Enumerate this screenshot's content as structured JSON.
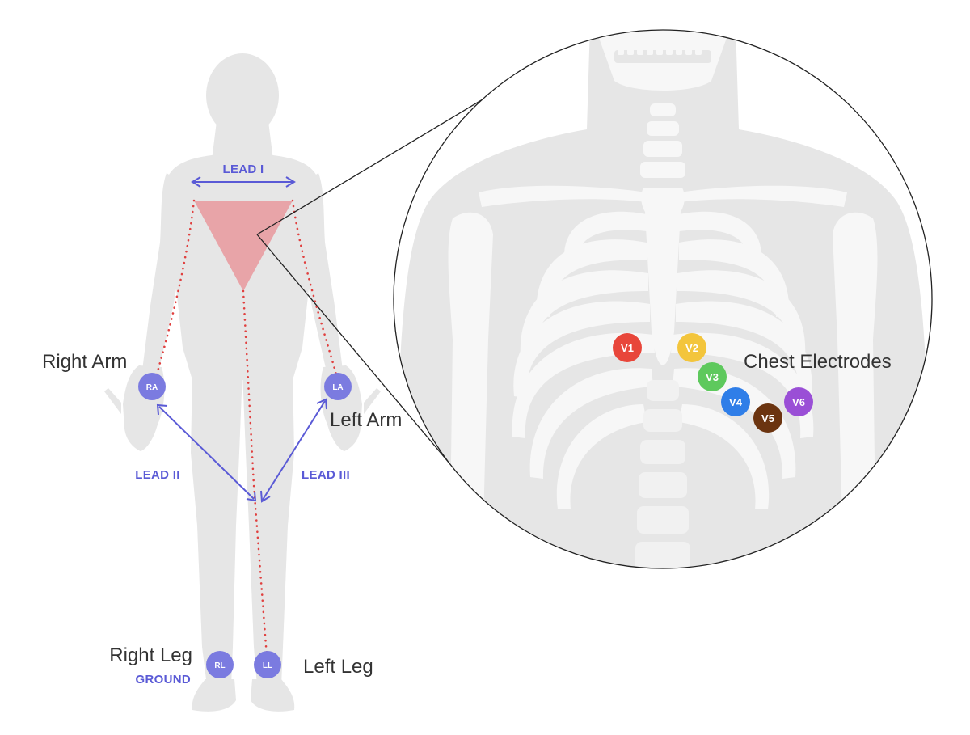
{
  "labels": {
    "right_arm": "Right Arm",
    "left_arm": "Left Arm",
    "right_leg": "Right Leg",
    "left_leg": "Left Leg",
    "ground": "GROUND",
    "chest_electrodes": "Chest Electrodes"
  },
  "leads": {
    "lead_1": "LEAD I",
    "lead_2": "LEAD II",
    "lead_3": "LEAD III"
  },
  "limb_electrodes": {
    "ra": "RA",
    "la": "LA",
    "rl": "RL",
    "ll": "LL"
  },
  "chest_leads": [
    {
      "label": "V1",
      "color": "#e8463a"
    },
    {
      "label": "V2",
      "color": "#f3c53c"
    },
    {
      "label": "V3",
      "color": "#5ec95d"
    },
    {
      "label": "V4",
      "color": "#2f7ee8"
    },
    {
      "label": "V5",
      "color": "#6b3410"
    },
    {
      "label": "V6",
      "color": "#9a4fd6"
    }
  ],
  "colors": {
    "limb_electrode": "#7b7be0",
    "lead_accent": "#5a5ad6",
    "triangle": "#e8a4a8",
    "dotted_line": "#e0403f"
  }
}
